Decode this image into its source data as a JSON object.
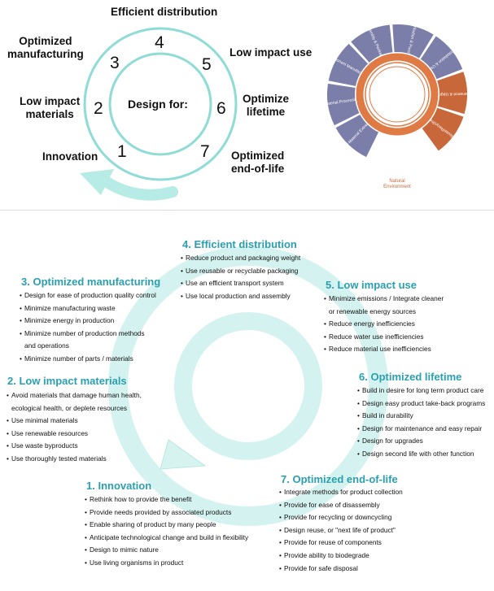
{
  "top": {
    "center": "Design for:",
    "stages": [
      {
        "num": "1",
        "label": "Innovation"
      },
      {
        "num": "2",
        "label": "Low impact\nmaterials"
      },
      {
        "num": "3",
        "label": "Optimized\nmanufacturing"
      },
      {
        "num": "4",
        "label": "Efficient distribution"
      },
      {
        "num": "5",
        "label": "Low impact use"
      },
      {
        "num": "6",
        "label": "Optimize\nlifetime"
      },
      {
        "num": "7",
        "label": "Optimized\nend-of-life"
      }
    ]
  },
  "wheel": {
    "segments": [
      "Raw Material Extraction",
      "Material Processing",
      "Component Manufacturing",
      "Assembly & Packaging",
      "Distribution & Purchase",
      "Installation & Use",
      "Maintenance & Upgrading",
      "Reuse/Recycling"
    ],
    "bottom_label": "Natural\nEnvironment",
    "colors": {
      "blue": "#7b7ea9",
      "orange": "#c8683a",
      "ring": "#e07a45"
    }
  },
  "sections": [
    {
      "title": "1. Innovation",
      "items": [
        "Rethink how to provide the benefit",
        "Provide needs provided by associated products",
        "Enable sharing of product by many people",
        "Anticipate technological change and build in flexibility",
        "Design to mimic nature",
        "Use living organisms in product"
      ]
    },
    {
      "title": "2. Low impact materials",
      "items": [
        "Avoid materials that damage human health,\necological health, or deplete resources",
        "Use minimal materials",
        "Use renewable resources",
        "Use waste byproducts",
        "Use thoroughly tested materials"
      ]
    },
    {
      "title": "3. Optimized manufacturing",
      "items": [
        "Design for ease of production quality control",
        "Minimize manufacturing waste",
        "Minimize energy in production",
        "Minimize number of production methods\nand operations",
        "Minimize number of parts / materials"
      ]
    },
    {
      "title": "4. Efficient distribution",
      "items": [
        "Reduce product and packaging weight",
        "Use reusable or recyclable packaging",
        "Use an efficient transport system",
        "Use local production and assembly"
      ]
    },
    {
      "title": "5. Low impact use",
      "items": [
        "Minimize emissions / Integrate cleaner\nor renewable energy sources",
        "Reduce energy inefficiencies",
        "Reduce water use inefficiencies",
        "Reduce material use inefficiencies"
      ]
    },
    {
      "title": "6. Optimized lifetime",
      "items": [
        "Build in desire for long term product care",
        "Design easy product take-back programs",
        "Build in durability",
        "Design for maintenance and easy repair",
        "Design for upgrades",
        "Design second life with other function"
      ]
    },
    {
      "title": "7. Optimized end-of-life",
      "items": [
        "Integrate methods for product collection",
        "Provide for ease of disassembly",
        "Provide for recycling or downcycling",
        "Design reuse, or \"next life of product\"",
        "Provide for reuse of components",
        "Provide ability to biodegrade",
        "Provide for safe disposal"
      ]
    }
  ],
  "colors": {
    "teal": "#8fdcd6",
    "title": "#2a9fb0"
  }
}
